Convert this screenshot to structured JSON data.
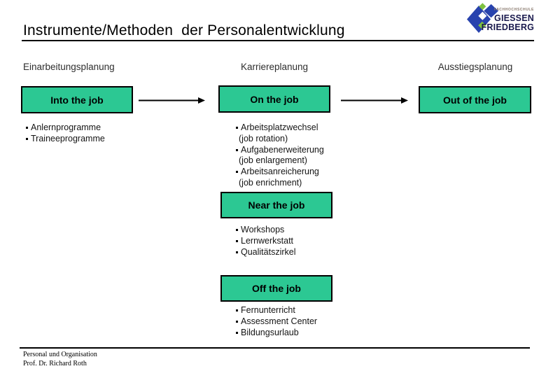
{
  "slide": {
    "title": "Instrumente/Methoden  der Personalentwicklung",
    "footer_line1": "Personal und Organisation",
    "footer_line2": "Prof. Dr. Richard Roth"
  },
  "logo": {
    "small_text": "FACHHOCHSCHULE",
    "line1": "GIESSEN",
    "line2": "FRIEDBERG",
    "colors": {
      "blue": "#2843AE",
      "green": "#7FC241",
      "text": "#1A1A4E",
      "small_text": "#86766A"
    }
  },
  "colors": {
    "box_fill": "#2CC893",
    "box_border": "#000000",
    "line": "#000000"
  },
  "columns": [
    {
      "header": "Einarbeitungsplanung",
      "box_label": "Into the job",
      "items": [
        {
          "text": "Anlernprogramme"
        },
        {
          "text": "Traineeprogramme"
        }
      ]
    },
    {
      "header": "Karriereplanung",
      "box_label": "On the job",
      "items": [
        {
          "text": "Arbeitsplatzwechsel",
          "sub": "(job rotation)"
        },
        {
          "text": "Aufgabenerweiterung",
          "sub": "(job enlargement)"
        },
        {
          "text": "Arbeitsanreicherung",
          "sub": "(job enrichment)"
        }
      ],
      "box2_label": "Near the job",
      "items2": [
        {
          "text": "Workshops"
        },
        {
          "text": "Lernwerkstatt"
        },
        {
          "text": "Qualitätszirkel"
        }
      ],
      "box3_label": "Off the job",
      "items3": [
        {
          "text": "Fernunterricht"
        },
        {
          "text": "Assessment Center"
        },
        {
          "text": "Bildungsurlaub"
        }
      ]
    },
    {
      "header": "Ausstiegsplanung",
      "box_label": "Out of the job"
    }
  ]
}
